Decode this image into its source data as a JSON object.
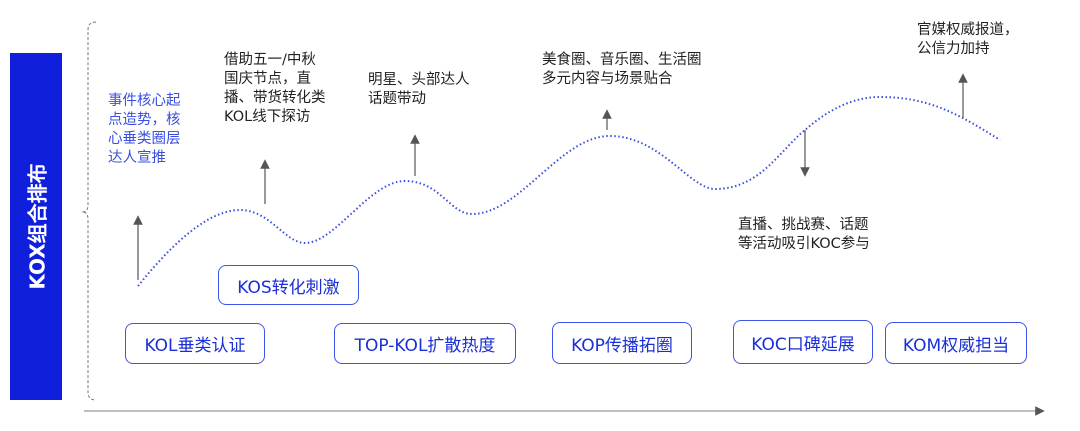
{
  "side_label": "KOX组合排布",
  "notes": [
    "事件核心起\n点造势，核\n心垂类圈层\n达人宣推",
    "借助五一/中秋\n国庆节点，直\n播、带货转化类\nKOL线下探访",
    "明星、头部达人\n话题带动",
    "美食圈、音乐圈、生活圈\n多元内容与场景贴合",
    "直播、挑战赛、话题\n等活动吸引KOC参与",
    "官媒权威报道，\n公信力加持"
  ],
  "stages": [
    "KOS转化刺激",
    "KOL垂类认证",
    "TOP-KOL扩散热度",
    "KOP传播拓圈",
    "KOC口碑延展",
    "KOM权威担当"
  ],
  "colors": {
    "accent": "#0f1fdc",
    "curve": "#3a4fe0",
    "box_border": "#3b55e6"
  }
}
